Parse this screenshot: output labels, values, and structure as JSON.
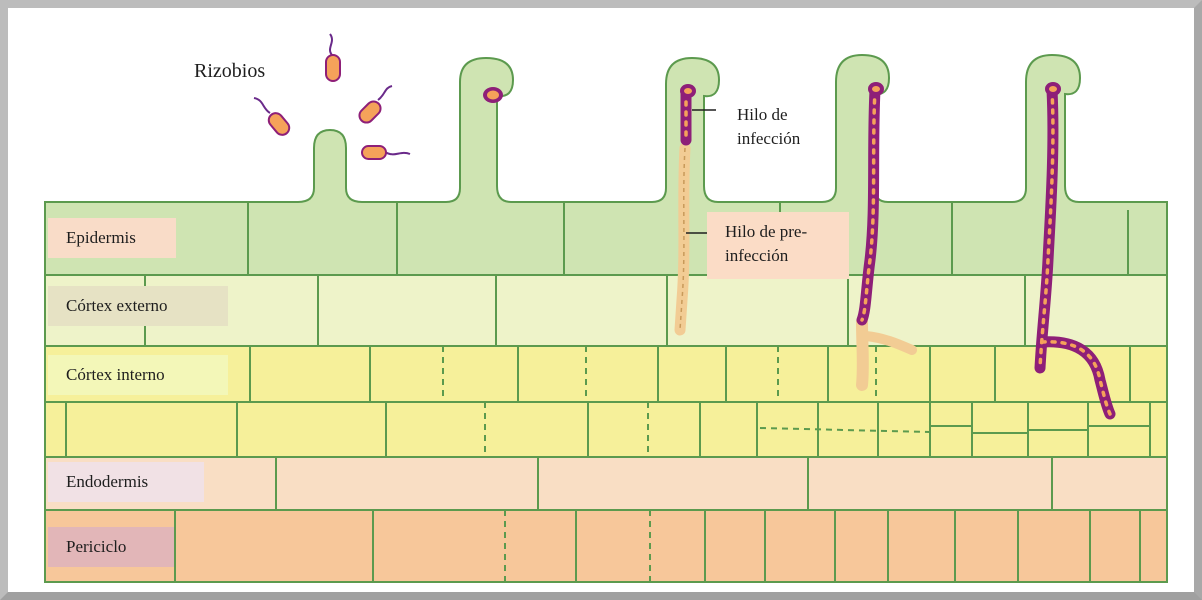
{
  "labels": {
    "rizobios": "Rizobios",
    "hilo_infeccion_line1": "Hilo de",
    "hilo_infeccion_line2": "infección",
    "hilo_preinfeccion_line1": "Hilo de pre-",
    "hilo_preinfeccion_line2": "infección",
    "epidermis": "Epidermis",
    "cortex_externo": "Córtex externo",
    "cortex_interno": "Córtex interno",
    "endodermis": "Endodermis",
    "periciclo": "Periciclo"
  },
  "colors": {
    "epidermis": "#cfe4b2",
    "epidermis_border": "#5c9a4e",
    "cortex_externo": "#eef3c9",
    "cortex_interno": "#f6f09a",
    "endodermis": "#f9dec4",
    "periciclo": "#f7c79a",
    "infection_thread": "#8e1f78",
    "preinfection_thread": "#f2cc94",
    "bacterium_body": "#f5a25a",
    "label_epidermis_bg": "#f9dcc8",
    "label_cortex_externo_bg": "#e6e2c4",
    "label_cortex_interno_bg": "#f3f7b8",
    "label_endodermis_bg": "#f1e1e5",
    "label_periciclo_bg": "#e2b6b8",
    "label_preinfeccion_bg": "#fbdcc6"
  }
}
